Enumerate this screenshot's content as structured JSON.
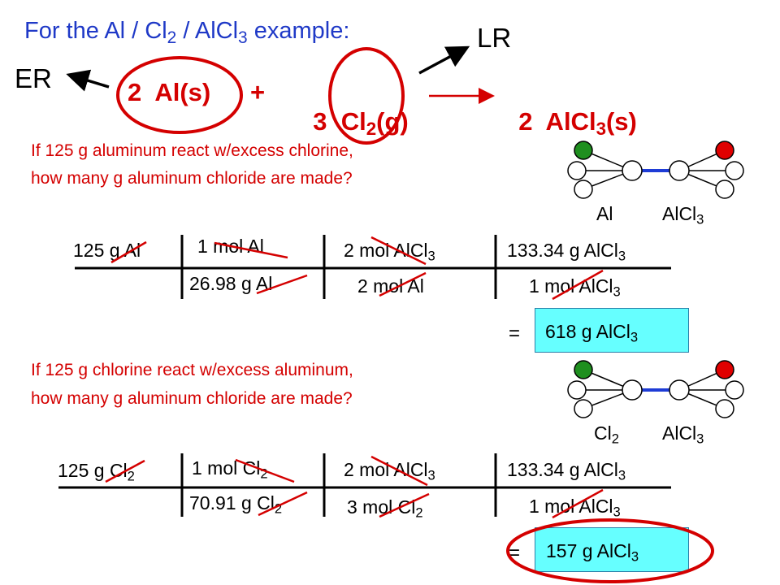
{
  "header": {
    "title_pre": "For the Al / Cl",
    "title_sub1": "2",
    "title_mid": " / AlCl",
    "title_sub2": "3",
    "title_post": " example:",
    "lr_label": "LR",
    "er_label": "ER"
  },
  "equation": {
    "r1": "2  Al(s)",
    "plus": "+",
    "r2_pre": "3  Cl",
    "r2_sub": "2",
    "r2_post": "(g)",
    "p_pre": "2  AlCl",
    "p_sub": "3",
    "p_post": "(s)"
  },
  "problem1": {
    "line1": "If 125 g aluminum react w/excess chlorine,",
    "line2": "how many g aluminum chloride are made?",
    "diagram_label_left": "Al",
    "diagram_label_right_pre": "AlCl",
    "diagram_label_right_sub": "3",
    "given": "125 g Al",
    "f1_num": "1 mol Al",
    "f1_den": "26.98 g Al",
    "f2_num_pre": "2 mol AlCl",
    "f2_num_sub": "3",
    "f2_den": "2 mol Al",
    "f3_num_pre": "133.34 g AlCl",
    "f3_num_sub": "3",
    "f3_den_pre": "1 mol AlCl",
    "f3_den_sub": "3",
    "equals": "=",
    "answer_pre": "618 g AlCl",
    "answer_sub": "3"
  },
  "problem2": {
    "line1": "If 125 g chlorine react w/excess aluminum,",
    "line2": "how many g aluminum chloride are made?",
    "diagram_label_left_pre": "Cl",
    "diagram_label_left_sub": "2",
    "diagram_label_right_pre": "AlCl",
    "diagram_label_right_sub": "3",
    "given_pre": "125 g Cl",
    "given_sub": "2",
    "f1_num_pre": "1 mol Cl",
    "f1_num_sub": "2",
    "f1_den_pre": "70.91 g Cl",
    "f1_den_sub": "2",
    "f2_num_pre": "2 mol AlCl",
    "f2_num_sub": "3",
    "f2_den_pre": "3 mol Cl",
    "f2_den_sub": "2",
    "f3_num_pre": "133.34 g AlCl",
    "f3_num_sub": "3",
    "f3_den_pre": "1 mol AlCl",
    "f3_den_sub": "3",
    "equals": "=",
    "answer_pre": "157 g AlCl",
    "answer_sub": "3"
  },
  "colors": {
    "title_blue": "#1f39c7",
    "red": "#d40000",
    "answer_box": "#66ffff",
    "diagram_blue": "#1e3cd6",
    "atom_green": "#1f8f1f"
  }
}
